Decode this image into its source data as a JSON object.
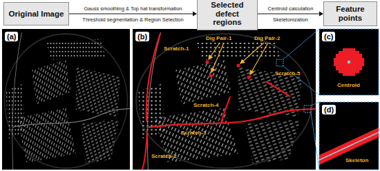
{
  "diagram": {
    "nodes": [
      {
        "text": [
          "Original Image"
        ]
      },
      {
        "text": [
          "Selected defect regions"
        ]
      },
      {
        "text": [
          "Feature points"
        ]
      }
    ],
    "edges": [
      {
        "from": 0,
        "to": 1,
        "arrow": "to",
        "label": "Gauss smoothing & Top hat transformation"
      },
      {
        "from": 1,
        "to": 2,
        "arrow": "to",
        "label": "Centroid calculation"
      }
    ],
    "labels": [
      "Threshold segmentation & Region Selection",
      "Skeletonization",
      "(a)",
      "(b)",
      "(c)",
      "(d)",
      "Dig Pair-1",
      "Dig Pair-2",
      "Scratch-1",
      "Scratch-5",
      "Scratch-4",
      "Scratch-3",
      "Scratch-2",
      "Centroid",
      "Skeleton"
    ]
  }
}
